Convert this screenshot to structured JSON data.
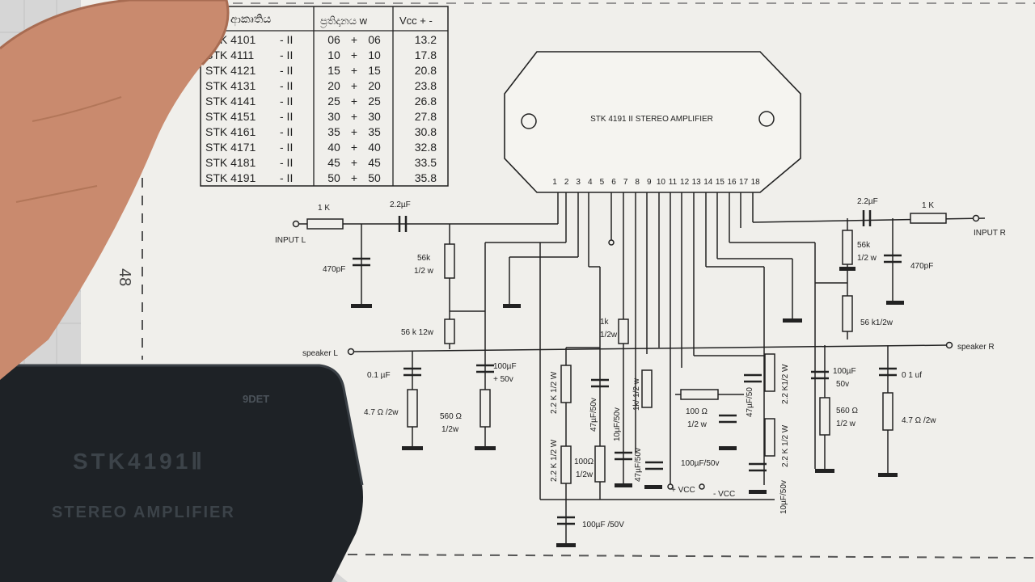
{
  "table": {
    "headers": {
      "model": "ආකෘතිය",
      "power": "ප්‍රතිදානය w",
      "vcc": "Vcc + -"
    },
    "rows": [
      {
        "model": "STK 4101",
        "suffix": "- II",
        "left": "06",
        "plus": "+",
        "right": "06",
        "vcc": "13.2"
      },
      {
        "model": "STK 4111",
        "suffix": "- II",
        "left": "10",
        "plus": "+",
        "right": "10",
        "vcc": "17.8"
      },
      {
        "model": "STK 4121",
        "suffix": "- II",
        "left": "15",
        "plus": "+",
        "right": "15",
        "vcc": "20.8"
      },
      {
        "model": "STK 4131",
        "suffix": "- II",
        "left": "20",
        "plus": "+",
        "right": "20",
        "vcc": "23.8"
      },
      {
        "model": "STK 4141",
        "suffix": "- II",
        "left": "25",
        "plus": "+",
        "right": "25",
        "vcc": "26.8"
      },
      {
        "model": "STK 4151",
        "suffix": "- II",
        "left": "30",
        "plus": "+",
        "right": "30",
        "vcc": "27.8"
      },
      {
        "model": "STK 4161",
        "suffix": "- II",
        "left": "35",
        "plus": "+",
        "right": "35",
        "vcc": "30.8"
      },
      {
        "model": "STK 4171",
        "suffix": "- II",
        "left": "40",
        "plus": "+",
        "right": "40",
        "vcc": "32.8"
      },
      {
        "model": "STK 4181",
        "suffix": "- II",
        "left": "45",
        "plus": "+",
        "right": "45",
        "vcc": "33.5"
      },
      {
        "model": "STK 4191",
        "suffix": "- II",
        "left": "50",
        "plus": "+",
        "right": "50",
        "vcc": "35.8"
      }
    ]
  },
  "page_number": "48",
  "chip": {
    "title": "STK 4191 II STEREO AMPLIFIER",
    "pins": [
      "1",
      "2",
      "3",
      "4",
      "5",
      "6",
      "7",
      "8",
      "9",
      "10",
      "11",
      "12",
      "13",
      "14",
      "15",
      "16",
      "17",
      "18"
    ]
  },
  "labels": {
    "input_l": "INPUT L",
    "input_r": "INPUT R",
    "speaker_l": "speaker L",
    "speaker_r": "speaker R",
    "r_1k_l": "1 K",
    "r_1k_r": "1 K",
    "c_22_l": "2.2µF",
    "c_22_r": "2.2µF",
    "c_470_l": "470pF",
    "c_470_r": "470pF",
    "r_56k_l": "56k",
    "r_56k_l_w": "1/2 w",
    "r_56k_r": "56k",
    "r_56k_r_w": "1/2 w",
    "r_56k12_l": "56 k 12w",
    "r_56k12_r": "56 k1/2w",
    "c_01_l": "0.1 µF",
    "c_01_r": "0 1 uf",
    "r_47_l": "4.7 Ω /2w",
    "r_47_r": "4.7 Ω /2w",
    "c_100_l": "100µF",
    "c_100_l_v": "+ 50v",
    "c_100_r": "100µF",
    "c_100_r_v": "50v",
    "r_560_l": "560 Ω",
    "r_560_l_w": "1/2w",
    "r_560_r": "560 Ω",
    "r_560_r_w": "1/2 w",
    "r_22k_a": "2.2 K 1/2 W",
    "r_22k_b": "2.2 K 1/2 W",
    "r_22k_c": "2.2 K1/2 W",
    "r_22k_d": "2.2 K 1/2 W",
    "c_47_a": "47µF/50v",
    "c_47_b": "47µF/50v",
    "c_47_c": "47µF/50",
    "r_100_a": "100Ω",
    "r_100_a_w": "1/2w",
    "r_1k_a": "1k",
    "r_1k_a_w": "1/2w",
    "r_1k_b": "1k/ 1/2 w",
    "c_10_a": "10µF/50v",
    "c_10_b": "10µF/50v",
    "r_100_b": "100 Ω",
    "r_100_b_w": "1/2 w",
    "c_100_mid": "100µF/50v",
    "plus_vcc": "+ VCC",
    "minus_vcc": "- VCC",
    "c_100_bottom": "100µF /50V"
  },
  "device": {
    "brand_text": "9DET",
    "model_text": "STK4191Ⅱ",
    "subtitle": "STEREO AMPLIFIER"
  }
}
